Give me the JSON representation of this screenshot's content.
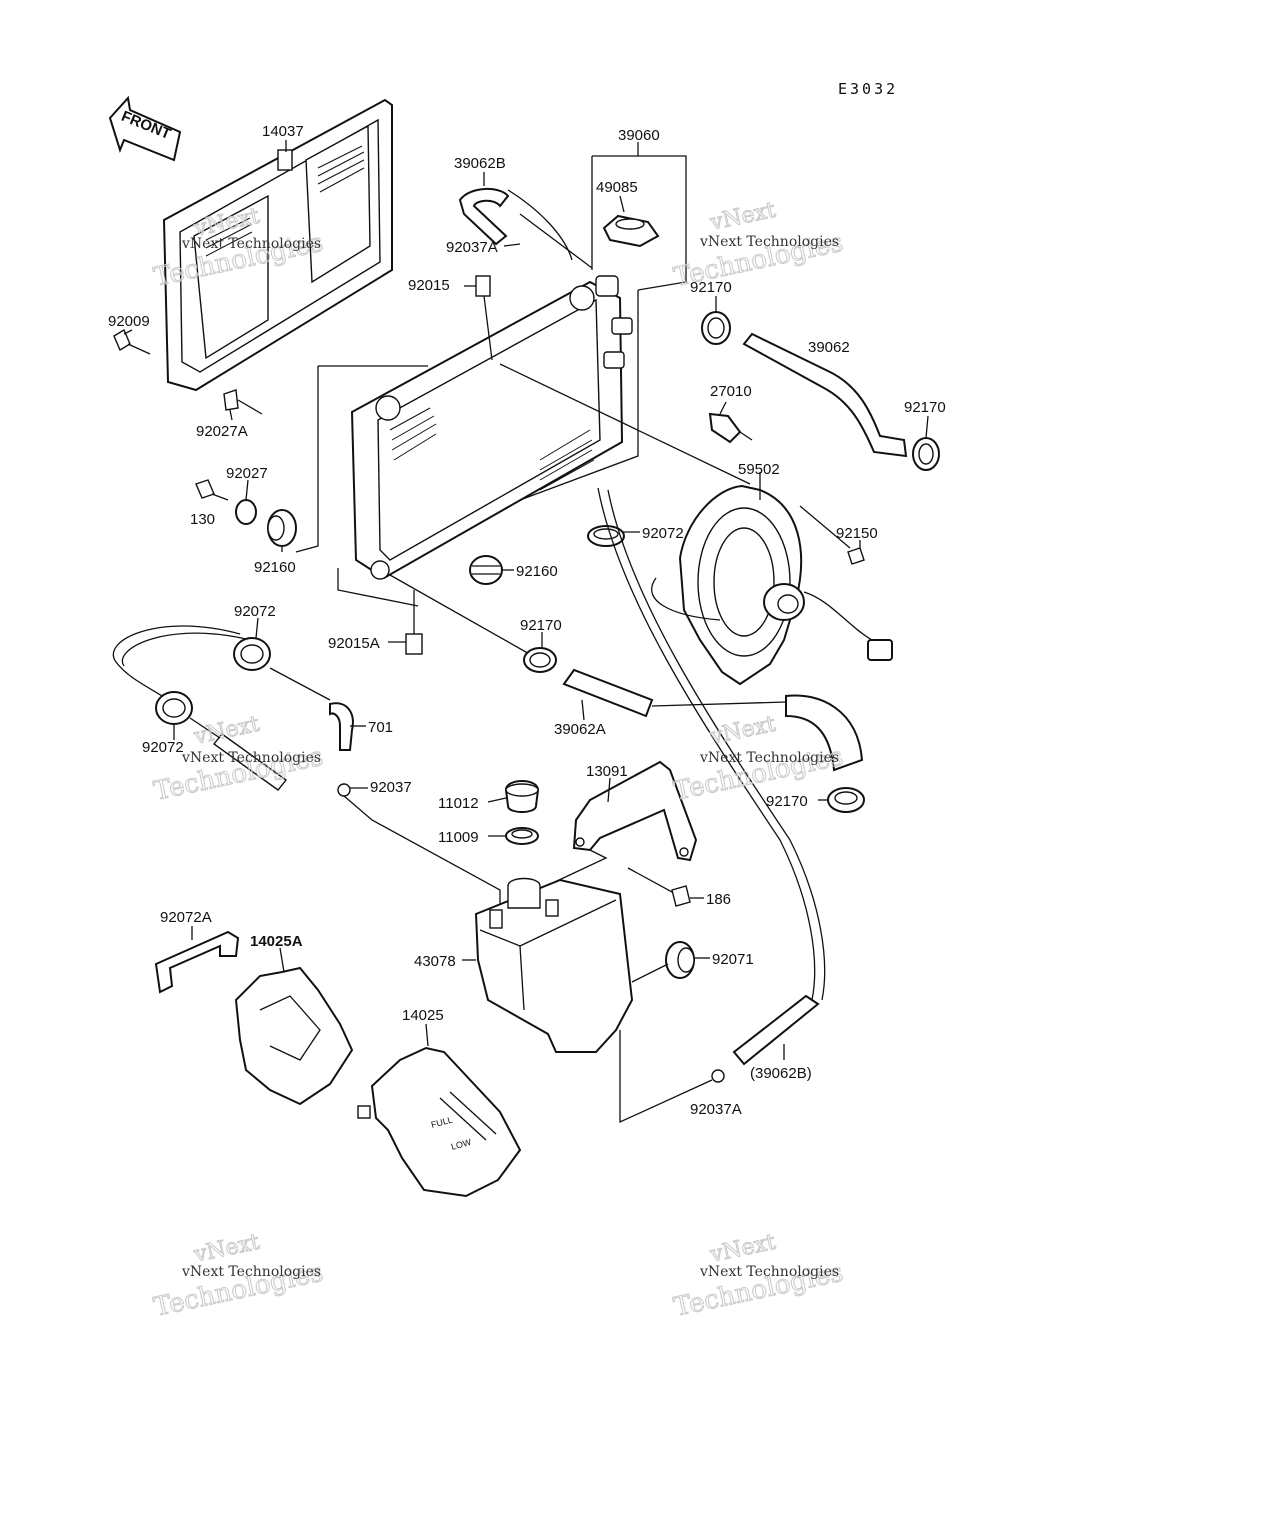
{
  "diagram": {
    "code": "E3032",
    "front_arrow": "FRONT",
    "gauge": {
      "full": "FULL",
      "low": "LOW"
    },
    "watermark": {
      "line1": "vNext Technologies",
      "line2": "vNext",
      "line3": "Technologies"
    },
    "labels": {
      "l14037": "14037",
      "l39060": "39060",
      "l39062B": "39062B",
      "l49085": "49085",
      "l92037A_top": "92037A",
      "l92015": "92015",
      "l92170_a": "92170",
      "l39062": "39062",
      "l92009": "92009",
      "l27010": "27010",
      "l92170_b": "92170",
      "l92027A": "92027A",
      "l92027": "92027",
      "l130": "130",
      "l59502": "59502",
      "l92072_a": "92072",
      "l92150": "92150",
      "l92160_a": "92160",
      "l92160_b": "92160",
      "l92072_b": "92072",
      "l92015A": "92015A",
      "l92170_c": "92170",
      "l39062A": "39062A",
      "l92072_c": "92072",
      "l701": "701",
      "l92037": "92037",
      "l13091": "13091",
      "l11012": "11012",
      "l92170_d": "92170",
      "l11009": "11009",
      "l186": "186",
      "l92072A": "92072A",
      "l14025A": "14025A",
      "l43078": "43078",
      "l92071": "92071",
      "l14025": "14025",
      "l39062B_paren": "(39062B)",
      "l92037A_bot": "92037A"
    }
  }
}
